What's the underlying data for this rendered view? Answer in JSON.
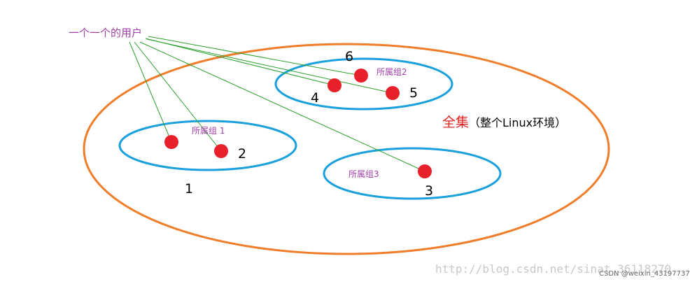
{
  "users_label": "一个一个的用户",
  "universe": {
    "label_red": "全集",
    "label_black": "（整个Linux环境）"
  },
  "groups": [
    {
      "label": "所属组 1",
      "set_number": "1"
    },
    {
      "label": "所属组2"
    },
    {
      "label": "所属组3"
    }
  ],
  "user_numbers": [
    "2",
    "3",
    "4",
    "5",
    "6"
  ],
  "watermarks": {
    "blog": "http://blog.csdn.net/sinat_36118270",
    "csdn": "CSDN @weixin_43197737"
  },
  "colors": {
    "universe_ellipse": "#f07d2a",
    "group_ellipse": "#1aa0dc",
    "user_dot": "#e8202a",
    "link_line": "#2aa02a",
    "label_purple": "#a040a8"
  }
}
